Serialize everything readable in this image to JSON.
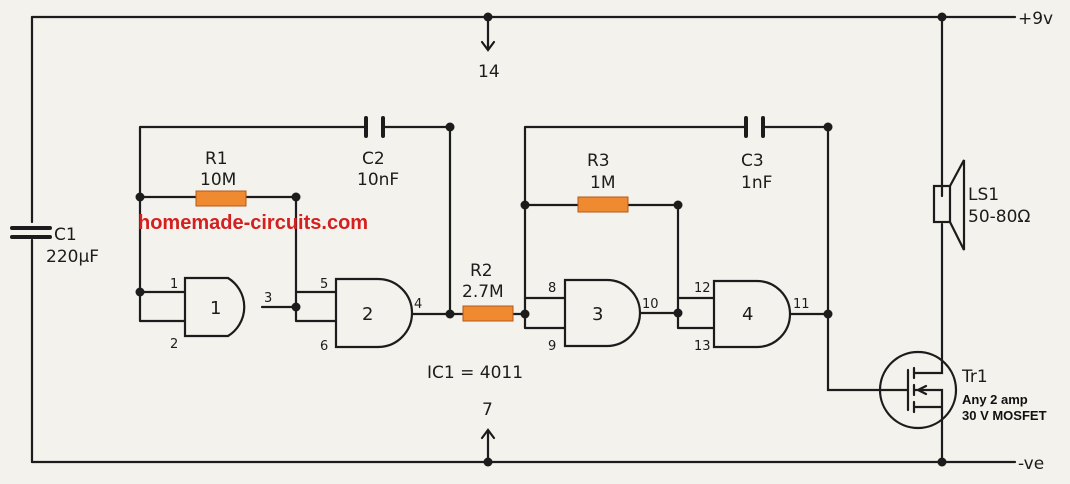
{
  "colors": {
    "ink": "#1c1c1c",
    "paper": "#f3f2ec",
    "resistor_fill": "#f08a30",
    "watermark": "#d42020"
  },
  "rails": {
    "positive": "+9v",
    "negative": "-ve"
  },
  "pins_ic": {
    "vdd": "14",
    "vss": "7"
  },
  "ic_label": "IC1 = 4011",
  "watermark": "homemade-circuits.com",
  "components": {
    "r1": {
      "name": "R1",
      "value": "10M"
    },
    "r2": {
      "name": "R2",
      "value": "2.7M"
    },
    "r3": {
      "name": "R3",
      "value": "1M"
    },
    "c1": {
      "name": "C1",
      "value": "220µF"
    },
    "c2": {
      "name": "C2",
      "value": "10nF"
    },
    "c3": {
      "name": "C3",
      "value": "1nF"
    },
    "ls1": {
      "name": "LS1",
      "value": "50-80Ω"
    },
    "tr1": {
      "name": "Tr1",
      "note_line1": "Any 2 amp",
      "note_line2": "30 V MOSFET"
    }
  },
  "gates": [
    {
      "id": "1",
      "in_a": "1",
      "in_b": "2",
      "out": "3"
    },
    {
      "id": "2",
      "in_a": "5",
      "in_b": "6",
      "out": "4"
    },
    {
      "id": "3",
      "in_a": "8",
      "in_b": "9",
      "out": "10"
    },
    {
      "id": "4",
      "in_a": "12",
      "in_b": "13",
      "out": "11"
    }
  ]
}
